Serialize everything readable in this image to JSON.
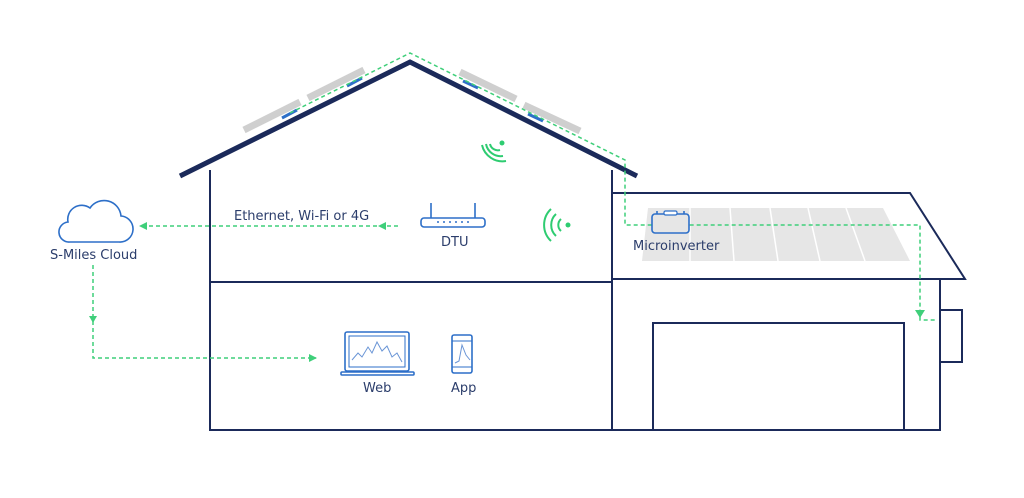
{
  "labels": {
    "connection": "Ethernet, Wi-Fi or 4G",
    "dtu": "DTU",
    "cloud": "S-Miles Cloud",
    "microinverter": "Microinverter",
    "web": "Web",
    "app": "App"
  },
  "colors": {
    "structure": "#1b2a5a",
    "data_flow": "#3fcf7a",
    "device": "#2d6fc8",
    "panel": "#d0d0d0"
  }
}
